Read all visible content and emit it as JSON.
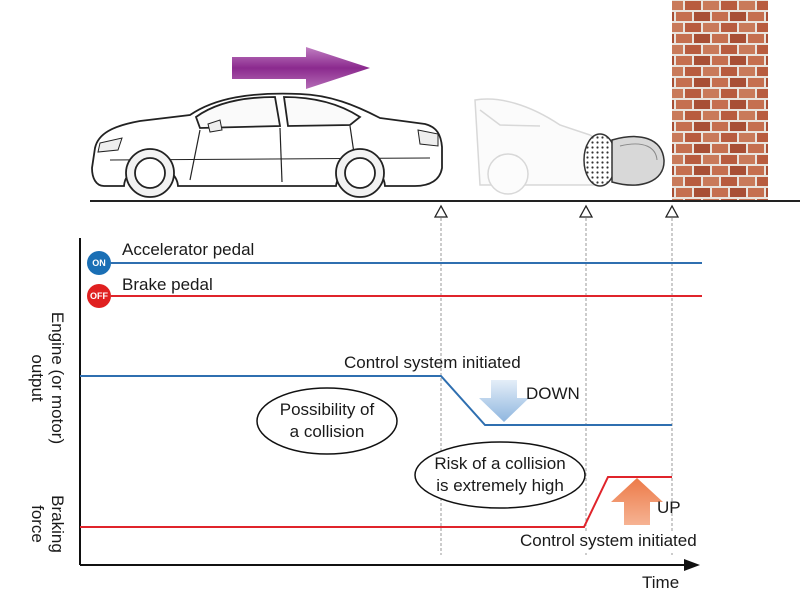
{
  "badges": {
    "on": {
      "text": "ON",
      "color": "#1a6fb5"
    },
    "off": {
      "text": "OFF",
      "color": "#e02020"
    }
  },
  "labels": {
    "accelerator": "Accelerator pedal",
    "brake": "Brake pedal",
    "engine_axis_line1": "Engine (or motor)",
    "engine_axis_line2": "output",
    "braking_axis_line1": "Braking",
    "braking_axis_line2": "force",
    "control_initiated_top": "Control system initiated",
    "down": "DOWN",
    "up": "UP",
    "control_initiated_bottom": "Control system initiated",
    "time": "Time"
  },
  "bubbles": {
    "collision_possible": {
      "line1": "Possibility of",
      "line2": "a collision"
    },
    "collision_high": {
      "line1": "Risk of a collision",
      "line2": "is extremely high"
    }
  },
  "colors": {
    "accelerator_line": "#2f6fb0",
    "brake_line": "#e0242b",
    "engine_line": "#2f6fb0",
    "braking_line": "#e0242b",
    "down_arrow": "#a9c8e8",
    "up_arrow": "#ef8a5e",
    "motion_arrow": "#8b2a8e",
    "brick": "#b85c3f"
  },
  "icons": {
    "motion": "right-arrow-icon",
    "timing_marker": "triangle-marker-icon"
  }
}
